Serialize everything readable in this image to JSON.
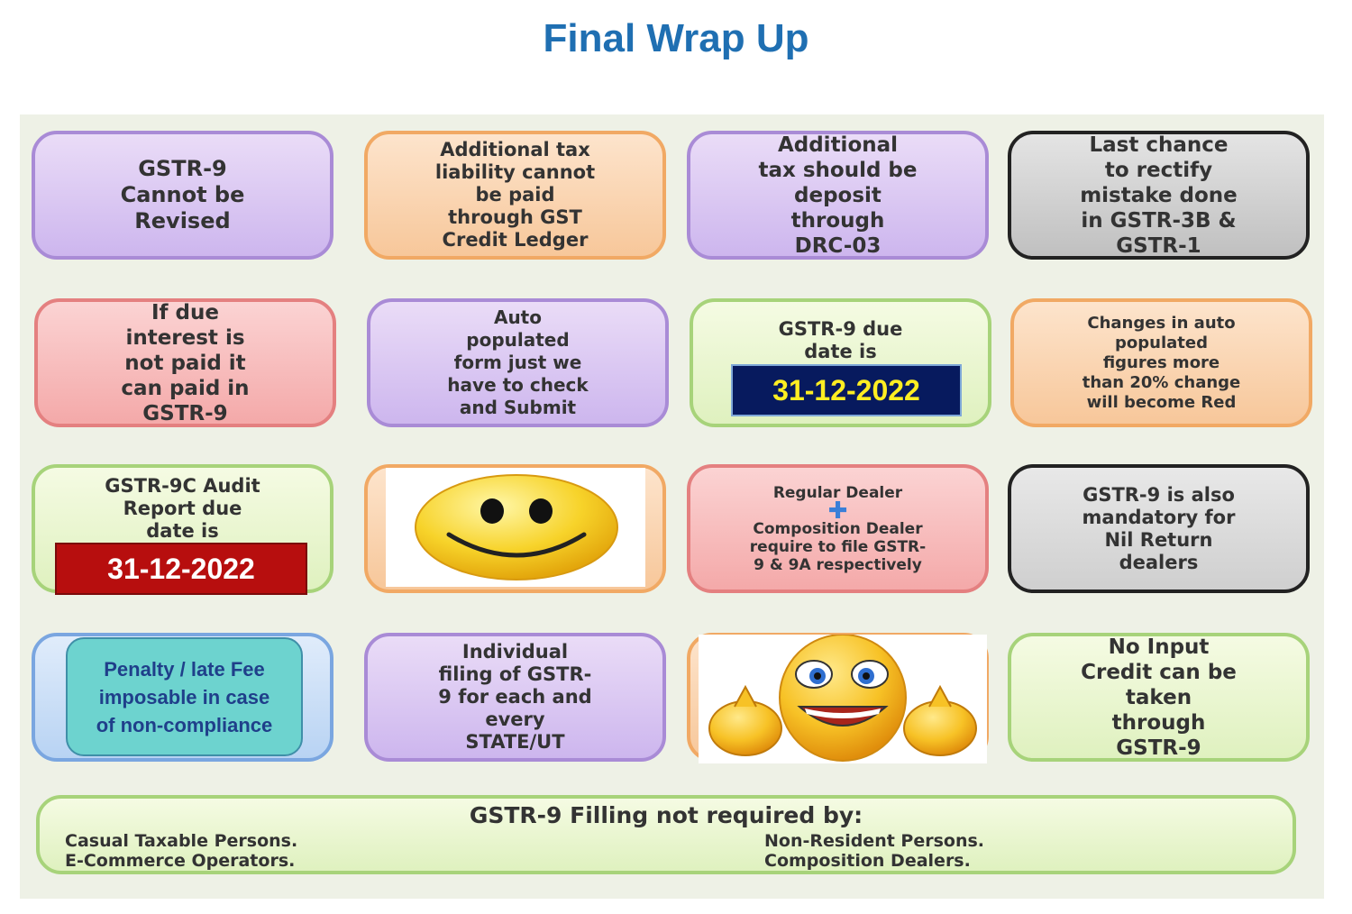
{
  "title": "Final Wrap Up",
  "cards": {
    "c1": "GSTR-9\nCannot be\nRevised",
    "c2": "Additional tax\nliability cannot\nbe paid\nthrough GST\nCredit Ledger",
    "c3": "Additional\ntax should be\ndeposit\nthrough\nDRC-03",
    "c4": "Last chance\nto rectify\nmistake done\nin GSTR-3B &\nGSTR-1",
    "c5": "If due\ninterest is\nnot paid it\ncan paid in\nGSTR-9",
    "c6": "Auto\npopulated\nform just we\nhave to check\nand Submit",
    "c7": "GSTR-9 due\ndate is",
    "c7_date": "31-12-2022",
    "c8": "Changes in auto\npopulated\nfigures more\nthan 20% change\nwill become Red",
    "c9": "GSTR-9C Audit\nReport due\ndate is",
    "c9_date": "31-12-2022",
    "c11_a": "Regular Dealer",
    "c11_b": "Composition Dealer\nrequire to file GSTR-\n9 & 9A respectively",
    "c12": "GSTR-9 is also\nmandatory for\nNil Return\ndealers",
    "c13": "Penalty /  late Fee\nimposable in case\nof non-compliance",
    "c14": "Individual\nfiling of  GSTR-\n9 for each and\nevery\nSTATE/UT",
    "c16": "No Input\nCredit can be\ntaken\nthrough\nGSTR-9"
  },
  "footer": {
    "heading": "GSTR-9 Filling not required by:",
    "left_1": "Casual Taxable Persons.",
    "left_2": "E-Commerce Operators.",
    "right_1": "Non-Resident Persons.",
    "right_2": "Composition Dealers."
  }
}
